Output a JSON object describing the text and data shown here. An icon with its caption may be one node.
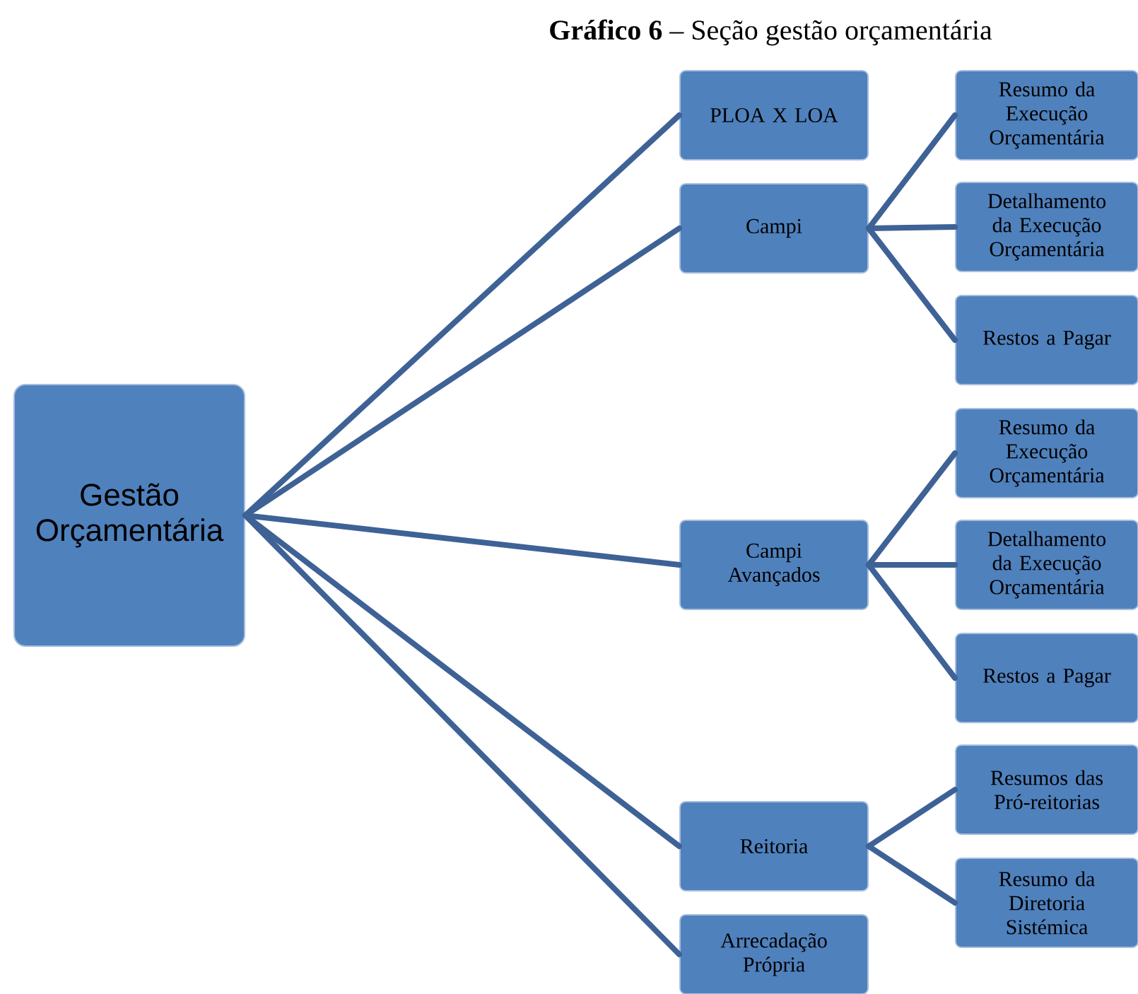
{
  "diagram": {
    "title": "**Gráfico 6** – Seção gestão orçamentária",
    "nodes": [
      {
        "text": [
          "Gestão Orçamentária"
        ]
      },
      {
        "text": [
          "PLOA X LOA"
        ]
      },
      {
        "text": [
          "Campi"
        ]
      },
      {
        "text": [
          "Campi Avançados"
        ]
      },
      {
        "text": [
          "Reitoria"
        ]
      },
      {
        "text": [
          "Arrecadação Própria"
        ]
      },
      {
        "text": [
          "Resumo da Execução Orçamentária"
        ]
      },
      {
        "text": [
          "Detalhamento da Execução Orçamentária"
        ]
      },
      {
        "text": [
          "Restos a Pagar"
        ]
      },
      {
        "text": [
          "Resumo da Execução Orçamentária"
        ]
      },
      {
        "text": [
          "Detalhamento da Execução Orçamentária"
        ]
      },
      {
        "text": [
          "Restos a Pagar"
        ]
      },
      {
        "text": [
          "Resumos das Pró-reitorias"
        ]
      },
      {
        "text": [
          "Resumo da Diretoria Sistémica"
        ]
      }
    ],
    "edges": [
      {
        "from": 0,
        "to": 1,
        "arrow": "none"
      },
      {
        "from": 0,
        "to": 2,
        "arrow": "none"
      },
      {
        "from": 0,
        "to": 3,
        "arrow": "none"
      },
      {
        "from": 0,
        "to": 4,
        "arrow": "none"
      },
      {
        "from": 0,
        "to": 5,
        "arrow": "none"
      },
      {
        "from": 2,
        "to": 6,
        "arrow": "none"
      },
      {
        "from": 2,
        "to": 7,
        "arrow": "none"
      },
      {
        "from": 2,
        "to": 8,
        "arrow": "none"
      },
      {
        "from": 3,
        "to": 9,
        "arrow": "none"
      },
      {
        "from": 3,
        "to": 10,
        "arrow": "none"
      },
      {
        "from": 3,
        "to": 11,
        "arrow": "none"
      },
      {
        "from": 4,
        "to": 12,
        "arrow": "none"
      },
      {
        "from": 4,
        "to": 13,
        "arrow": "none"
      }
    ]
  }
}
